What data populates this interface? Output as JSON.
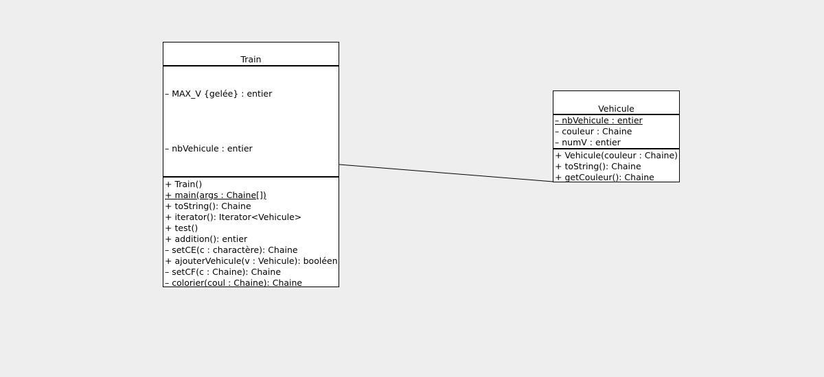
{
  "classes": {
    "train": {
      "name": "Train",
      "attributes": [
        "– MAX_V {gelée} : entier",
        "– nbVehicule : entier"
      ],
      "methods": [
        {
          "text": "+ Train()",
          "static": false
        },
        {
          "text": "+ main(args : Chaine[]) ",
          "static": true
        },
        {
          "text": "+ toString(): Chaine",
          "static": false
        },
        {
          "text": "+ iterator(): Iterator<Vehicule>",
          "static": false
        },
        {
          "text": "+ test()",
          "static": false
        },
        {
          "text": "+ addition(): entier",
          "static": false
        },
        {
          "text": "– setCE(c : charactère): Chaine",
          "static": false
        },
        {
          "text": "+ ajouterVehicule(v : Vehicule): booléen",
          "static": false
        },
        {
          "text": "– setCF(c : Chaine): Chaine",
          "static": false
        },
        {
          "text": "– colorier(coul : Chaine): Chaine",
          "static": false
        }
      ]
    },
    "vehicule": {
      "name": "Vehicule",
      "attributes": [
        {
          "text": "– nbVehicule : entier ",
          "static": true
        },
        {
          "text": "– couleur : Chaine",
          "static": false
        },
        {
          "text": "– numV : entier",
          "static": false
        }
      ],
      "methods": [
        {
          "text": "+ Vehicule(couleur : Chaine)",
          "static": false
        },
        {
          "text": "+ toString(): Chaine",
          "static": false
        },
        {
          "text": "+ getCouleur(): Chaine",
          "static": false
        }
      ]
    }
  },
  "associations": [
    {
      "from": "Train",
      "to": "Vehicule",
      "type": "association"
    }
  ],
  "colors": {
    "background": "#eeeeee",
    "box_fill": "#ffffff",
    "line": "#000000"
  }
}
